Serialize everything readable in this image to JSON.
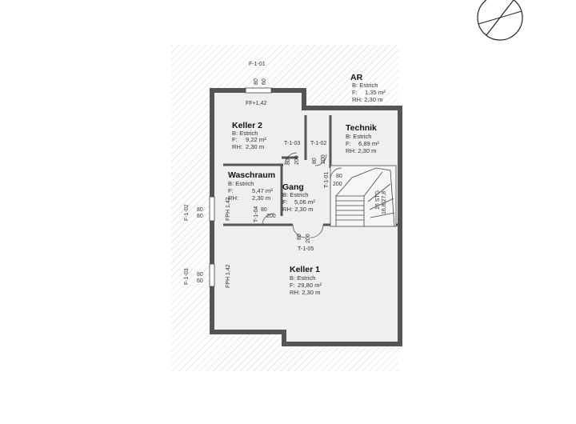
{
  "rooms": {
    "keller2": {
      "name": "Keller 2",
      "b": "B: Estrich",
      "f_label": "F:",
      "f_value": "9,22 m²",
      "rh_label": "RH:",
      "rh_value": "2,30 m"
    },
    "technik": {
      "name": "Technik",
      "b": "B: Estrich",
      "f_label": "F:",
      "f_value": "6,89 m²",
      "rh": "RH: 2,30 m"
    },
    "ar": {
      "name": "AR",
      "b": "B: Estrich",
      "f_label": "F:",
      "f_value": "1,35 m²",
      "rh": "RH: 2,30 m"
    },
    "waschraum": {
      "name": "Waschraum",
      "b": "B: Estrich",
      "f_label": "F:",
      "f_value": "5,47 m²",
      "rh_label": "RH:",
      "rh_value": "2,30 m"
    },
    "gang": {
      "name": "Gang",
      "b": "B: Estrich",
      "f_label": "F:",
      "f_value": "5,06 m²",
      "rh": "RH: 2,30 m"
    },
    "keller1": {
      "name": "Keller 1",
      "b": "B: Estrich",
      "f_label": "F:",
      "f_value": "29,80 m²",
      "rh": "RH: 2,30 m"
    }
  },
  "windows": {
    "f101": {
      "tag": "F-1-01",
      "w": "80",
      "h": "60"
    },
    "f102": {
      "tag": "F-1-02",
      "w": "80",
      "h": "60"
    },
    "f103": {
      "tag": "F-1-03",
      "w": "80",
      "h": "60"
    }
  },
  "doors": {
    "t103": {
      "tag": "T-1-03",
      "w": "80",
      "h": "200"
    },
    "t102": {
      "tag": "T-1-02",
      "w": "80",
      "h": "200"
    },
    "t101": {
      "tag": "T-1-01",
      "w": "80",
      "h": "200"
    },
    "t104": {
      "tag": "T-1-04",
      "w": "80",
      "h": "200"
    },
    "t105": {
      "tag": "T-1-05",
      "w": "80",
      "h": "200"
    }
  },
  "parapet": {
    "f101": "FF+1,42",
    "f102": "FPH 1,42",
    "f103": "FPH 1,42"
  },
  "stair": {
    "count": "16 STG",
    "ratio": "16,8/27,8"
  },
  "colors": {
    "hatch": "#cfcfcf",
    "wall": "#555555",
    "floor": "#eeeeee",
    "line": "#333333"
  },
  "icons": {
    "north": "north-arrow-icon"
  }
}
